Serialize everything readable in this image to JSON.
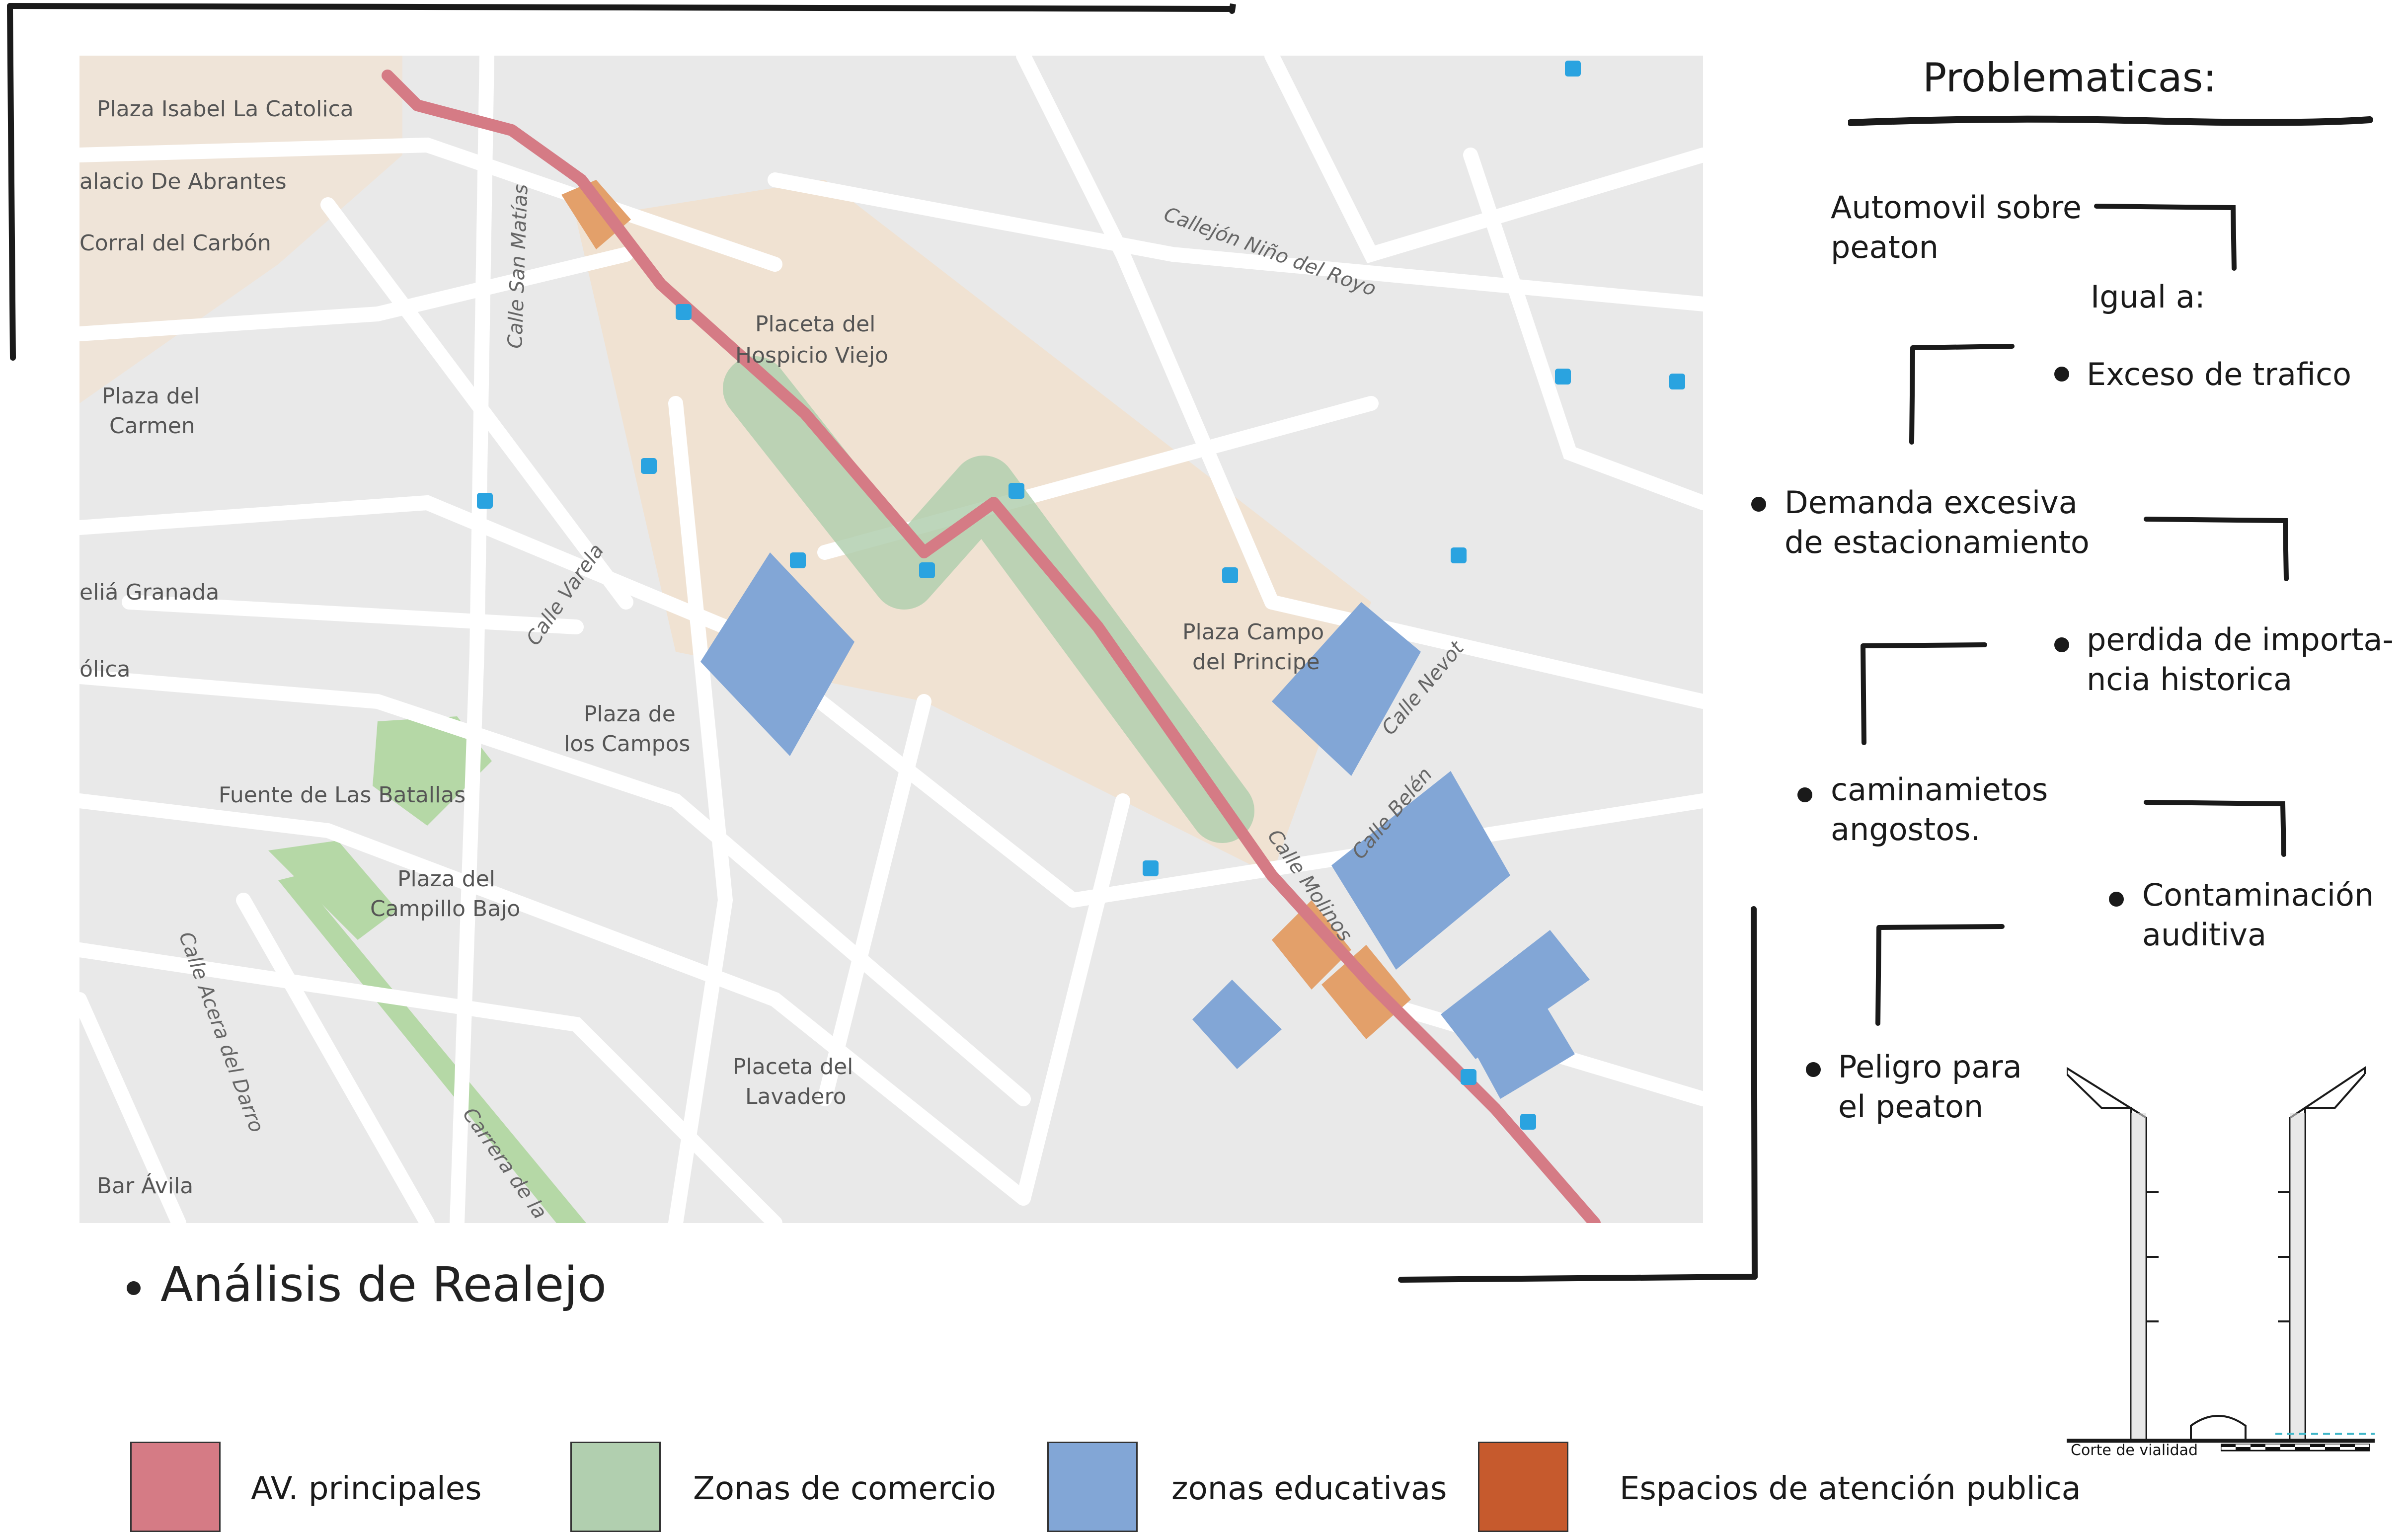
{
  "main_title": "Análisis de Realejo",
  "problems": {
    "title": "Problematicas:",
    "intro": [
      "Automovil sobre",
      "peaton"
    ],
    "equals": "Igual a:",
    "items": [
      [
        "Exceso de trafico"
      ],
      [
        "Demanda excesiva",
        "de estacionamiento"
      ],
      [
        "perdida de importa-",
        "ncia historica"
      ],
      [
        "caminamietos",
        "angostos."
      ],
      [
        "Contaminación",
        "auditiva"
      ],
      [
        "Peligro para",
        "el peaton"
      ]
    ]
  },
  "section_caption": "Corte de vialidad",
  "legend": [
    {
      "label": "AV. principales",
      "color": "#d57b85"
    },
    {
      "label": "Zonas de comercio",
      "color": "#b1cfaf"
    },
    {
      "label": "zonas educativas",
      "color": "#82a6d6"
    },
    {
      "label": "Espacios de atención publica",
      "color": "#c65a2d"
    }
  ],
  "map": {
    "places": [
      "Plaza Isabel La Catolica",
      "alacio De Abrantes",
      "Corral del Carbón",
      "Plaza del",
      "Carmen",
      "eliá Granada",
      "ólica",
      "Fuente de Las Batallas",
      "Plaza del",
      "Campillo Bajo",
      "Placeta del",
      "Hospicio Viejo",
      "Plaza de",
      "los Campos",
      "Plaza Campo",
      "del Principe",
      "Placeta del",
      "Lavadero",
      "Bar Ávila"
    ],
    "streets": [
      "Calle San Matías",
      "Callejón Niño del Royo",
      "Calle Varela",
      "Calle Nevot",
      "Calle Belén",
      "Calle Molinos",
      "Calle Acera del Darro",
      "Carrera de la"
    ]
  }
}
